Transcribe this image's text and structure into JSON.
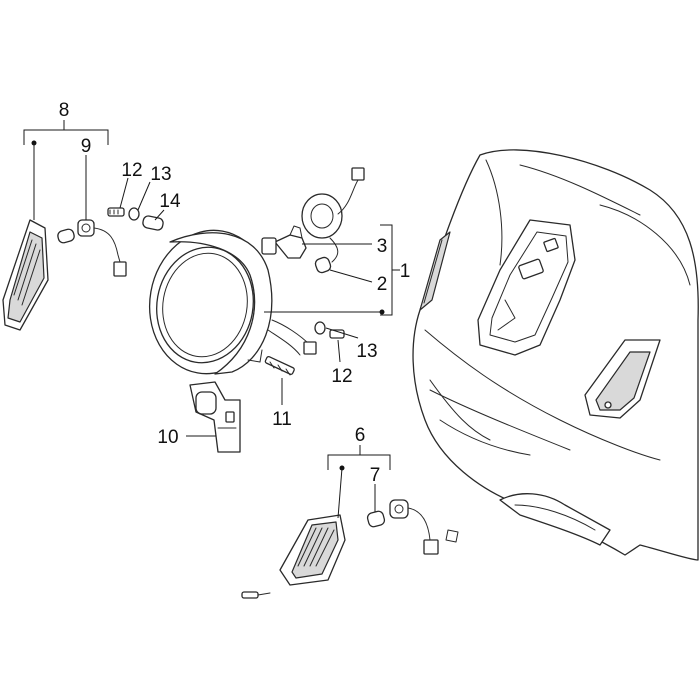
{
  "callouts": {
    "c8": "8",
    "c9": "9",
    "c12a": "12",
    "c13a": "13",
    "c14": "14",
    "c3": "3",
    "c2": "2",
    "c1": "1",
    "c13b": "13",
    "c12b": "12",
    "c11": "11",
    "c10": "10",
    "c6": "6",
    "c7": "7"
  },
  "colors": {
    "line": "#2a2a2a",
    "shade": "#d9d9d9",
    "background": "#ffffff"
  }
}
